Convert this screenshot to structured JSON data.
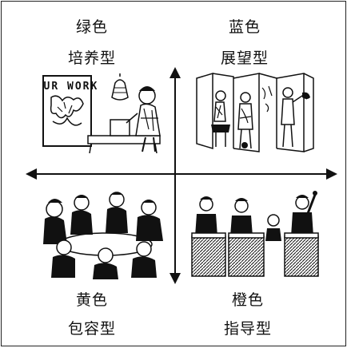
{
  "quadrants": {
    "top_left": {
      "color": "绿色",
      "type": "培养型"
    },
    "top_right": {
      "color": "蓝色",
      "type": "展望型"
    },
    "bottom_left": {
      "color": "黄色",
      "type": "包容型"
    },
    "bottom_right": {
      "color": "橙色",
      "type": "指导型"
    }
  },
  "illustrations": {
    "top_left_sign": "OUR WORK"
  }
}
